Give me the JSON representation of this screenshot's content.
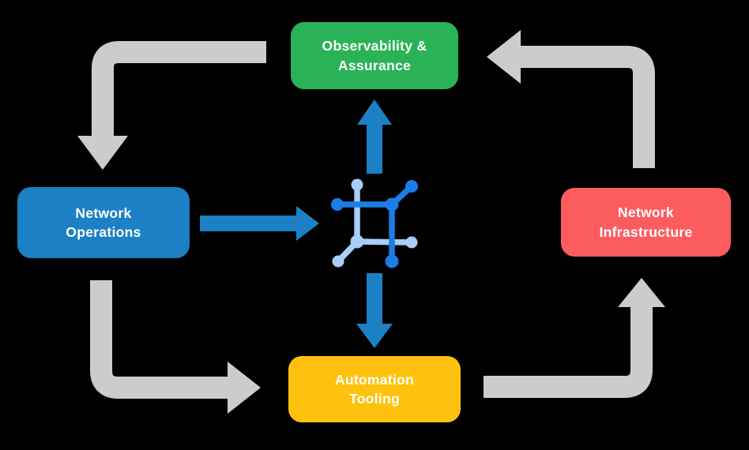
{
  "diagram": {
    "title": "Network automation lifecycle diagram",
    "nodes": {
      "observability": {
        "label": "Observability &\nAssurance",
        "color": "#29b356"
      },
      "operations": {
        "label": "Network\nOperations",
        "color": "#1b80c4"
      },
      "infrastructure": {
        "label": "Network\nInfrastructure",
        "color": "#fd5c5f"
      },
      "automation": {
        "label": "Automation\nTooling",
        "color": "#fec10d"
      }
    },
    "center_icon": "network-mesh-icon",
    "edges": [
      {
        "from": "Observability & Assurance",
        "to": "Network Operations",
        "style": "gray-elbow-arrow"
      },
      {
        "from": "Network Operations",
        "to": "Automation Tooling",
        "style": "gray-elbow-arrow"
      },
      {
        "from": "Automation Tooling",
        "to": "Network Infrastructure",
        "style": "gray-elbow-arrow"
      },
      {
        "from": "Network Infrastructure",
        "to": "Observability & Assurance",
        "style": "gray-elbow-arrow"
      },
      {
        "from": "Network Operations",
        "to": "center-icon",
        "style": "blue-straight-arrow"
      },
      {
        "from": "center-icon",
        "to": "Observability & Assurance",
        "style": "blue-straight-arrow"
      },
      {
        "from": "center-icon",
        "to": "Automation Tooling",
        "style": "blue-straight-arrow"
      }
    ]
  },
  "colors": {
    "background": "#000000",
    "green": "#29b356",
    "blue": "#1b80c4",
    "red": "#fd5c5f",
    "yellow": "#fec10d",
    "gray_arrow": "#cccccc",
    "blue_arrow": "#1b80c4",
    "icon_dark": "#1b7de6",
    "icon_light": "#a9cdf8",
    "text": "#ffffff"
  }
}
